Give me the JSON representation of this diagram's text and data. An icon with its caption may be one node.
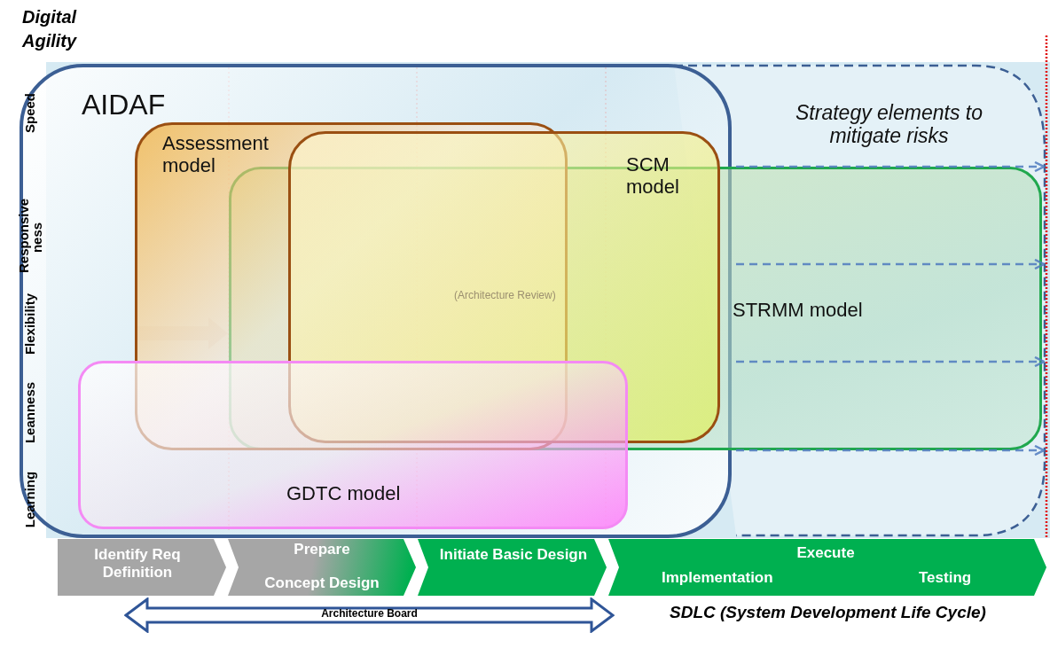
{
  "diagram": {
    "nodes": [
      {
        "text": [
          "AIDAF"
        ]
      },
      {
        "text": [
          "Assessment model"
        ],
        "in": 0
      },
      {
        "text": [
          "SCM model"
        ],
        "in": 0
      },
      {
        "text": [
          "Strategy elements to mitigate risks"
        ]
      },
      {
        "text": [
          "STRMM model"
        ]
      },
      {
        "text": [
          "GDTC model"
        ],
        "in": 0
      },
      {
        "text": [
          "Identify Req Definition"
        ]
      },
      {
        "text": [
          "Prepare",
          "Concept Design"
        ]
      },
      {
        "text": [
          "Initiate Basic Design"
        ]
      },
      {
        "text": [
          "Execute",
          "Implementation",
          "Testing"
        ]
      },
      {
        "text": [
          "Architecture Board"
        ]
      }
    ],
    "labels": [
      "Digital Agility",
      "Speed",
      "Responsive ness",
      "Flexibility",
      "Leanness",
      "Learning",
      "(Architecture Review)",
      "SDLC (System Development Life Cycle)"
    ]
  }
}
